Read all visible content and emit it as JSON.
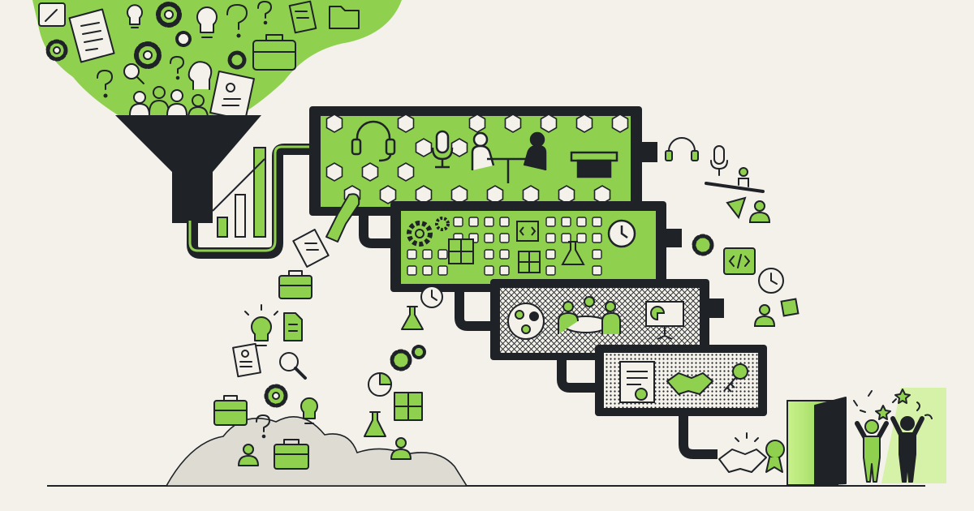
{
  "palette": {
    "background": "#f3f1ea",
    "accent": "#8fd14f",
    "accent_light": "#b6e87a",
    "ink": "#1f2227",
    "mound": "#dedbd2",
    "door_light": "#c9f28c"
  },
  "stages": [
    {
      "name": "interview",
      "pattern": "hexagons",
      "icons": [
        "headset-icon",
        "microphone-icon",
        "interview-table-icon",
        "podium-icon"
      ]
    },
    {
      "name": "skills-test",
      "pattern": "squares",
      "icons": [
        "gear-icon",
        "calculator-icon",
        "code-icon",
        "flask-icon",
        "clock-icon"
      ]
    },
    {
      "name": "team-meeting",
      "pattern": "crosshatch",
      "icons": [
        "meeting-table-icon",
        "globe-team-icon",
        "presentation-icon"
      ]
    },
    {
      "name": "offer",
      "pattern": "dots",
      "icons": [
        "certificate-icon",
        "handshake-icon",
        "key-icon"
      ]
    }
  ],
  "inflow_icons": [
    "document-icon",
    "gear-icon",
    "lightbulb-icon",
    "question-mark-icon",
    "briefcase-icon",
    "folder-icon",
    "magnifier-icon",
    "person-icon",
    "resume-icon"
  ],
  "rejected_icons": [
    "document-icon",
    "briefcase-icon",
    "lightbulb-icon",
    "magnifier-icon",
    "gear-icon",
    "person-icon",
    "pie-chart-icon",
    "flask-icon",
    "calculator-icon",
    "clock-icon"
  ],
  "outcome": [
    "handshake-icon",
    "award-ribbon-icon",
    "open-door-icon",
    "celebrating-people-icon",
    "confetti-stars-icon"
  ]
}
